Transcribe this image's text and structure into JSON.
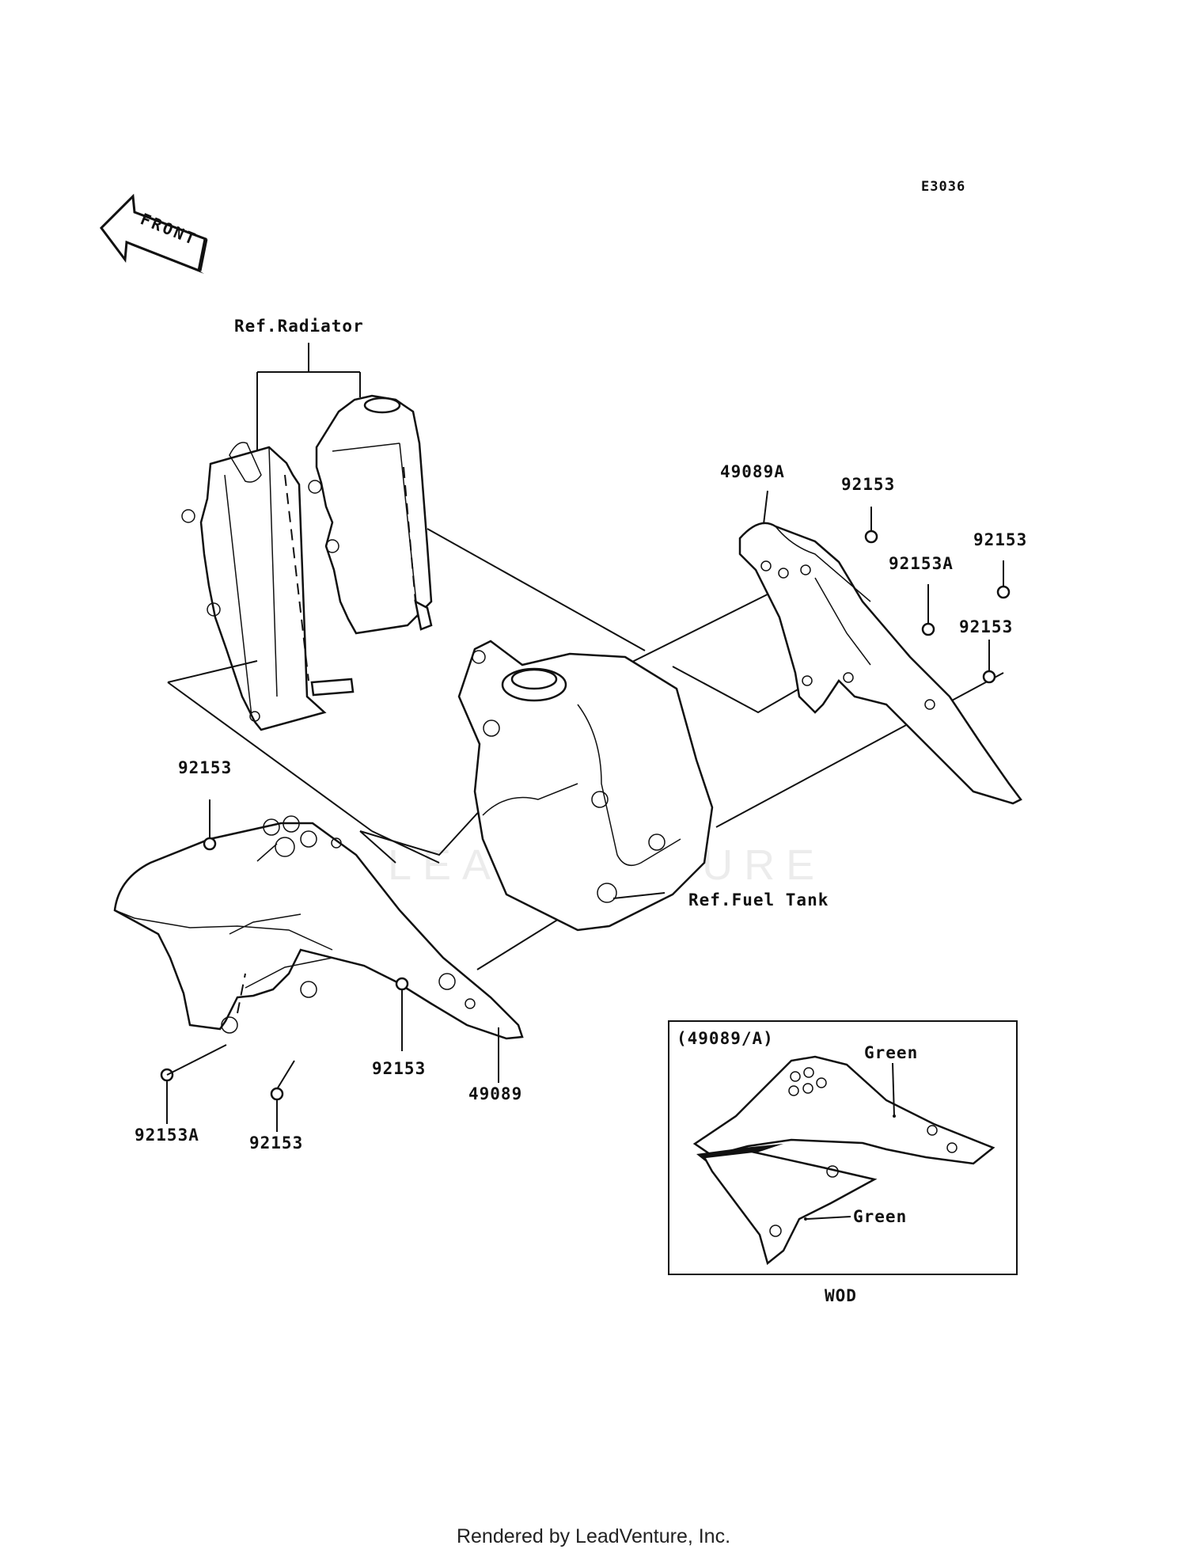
{
  "diagram_code": "E3036",
  "front_arrow": "FRONT",
  "refs": {
    "radiator": "Ref.Radiator",
    "fuel_tank": "Ref.Fuel Tank"
  },
  "part_numbers": {
    "shroud_right": "49089A",
    "shroud_left": "49089",
    "bolt_right_top": "92153",
    "bolt_right_mid_a": "92153A",
    "bolt_right_mid": "92153",
    "bolt_right_low": "92153",
    "bolt_left_top": "92153",
    "bolt_left_front": "92153",
    "bolt_left_bottom_a": "92153A",
    "bolt_left_bottom": "92153"
  },
  "inset": {
    "title": "(49089/A)",
    "color_upper": "Green",
    "color_lower": "Green",
    "variant": "WOD"
  },
  "watermark": "LEADVENTURE",
  "footer": "Rendered by LeadVenture, Inc."
}
